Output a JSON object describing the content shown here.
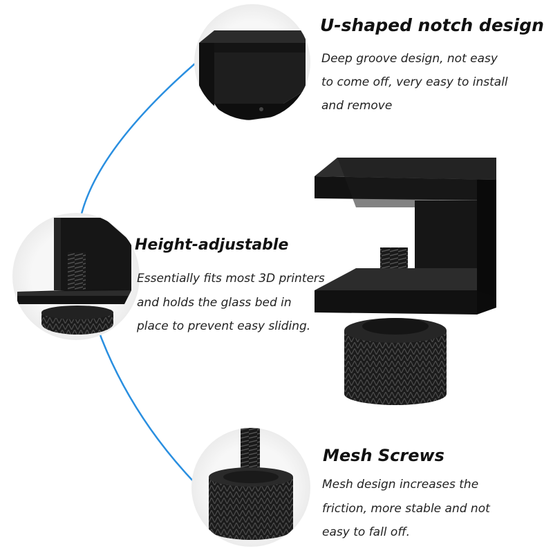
{
  "features": [
    {
      "title": "U-shaped notch design",
      "lines": [
        "Deep groove design, not easy",
        "to come off, very easy to install",
        "and remove"
      ],
      "icon": "u-bracket-icon"
    },
    {
      "title": "Height-adjustable",
      "lines": [
        "Essentially fits most 3D printers",
        "and holds the glass bed in",
        "place to prevent easy sliding."
      ],
      "icon": "bracket-screw-icon"
    },
    {
      "title": "Mesh Screws",
      "lines": [
        "Mesh design increases the",
        "friction, more stable and not",
        "easy to fall off."
      ],
      "icon": "thumb-screw-icon"
    }
  ],
  "colors": {
    "arc": "#2a8fe0",
    "product": "#151515",
    "circle": "#f3f3f3"
  }
}
